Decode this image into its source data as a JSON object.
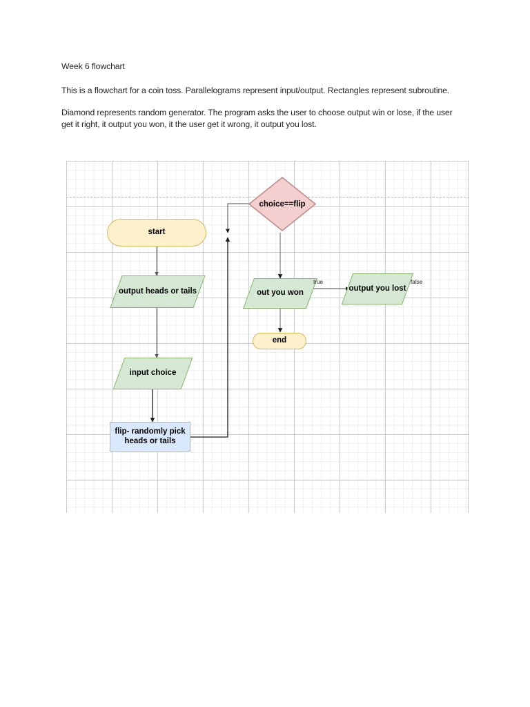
{
  "document": {
    "paragraphs": [
      "Week 6 flowchart",
      "This is a flowchart for a coin toss. Parallelograms represent input/output. Rectangles represent subroutine.",
      "Diamond represents random generator. The program asks the user to choose output win or lose, if the user get it right, it output you won, it the user get it wrong, it output you lost."
    ]
  },
  "flowchart": {
    "title": "Week 6 flowchart",
    "type": "flowchart",
    "colors": {
      "terminator_fill": "#fdf0cd",
      "terminator_stroke": "#d6b656",
      "io_fill": "#d5e8d4",
      "io_stroke": "#82b366",
      "process_fill": "#dae8fc",
      "process_stroke": "#9fb8d6",
      "decision_fill": "#f3cfcf",
      "decision_stroke": "#c08b8b",
      "connector_stroke": "#6f6f6f",
      "text": "#000000",
      "grid_minor": "#c8cbd2",
      "grid_major": "#b2b6c0"
    },
    "nodes": [
      {
        "id": "start",
        "label": "start",
        "shape": "terminator"
      },
      {
        "id": "out_heads",
        "label": "output heads or tails",
        "shape": "parallelogram"
      },
      {
        "id": "input_choice",
        "label": "input choice",
        "shape": "parallelogram"
      },
      {
        "id": "flip",
        "label": "flip- randomly pick heads or tails",
        "shape": "process"
      },
      {
        "id": "decision",
        "label": "choice==flip",
        "shape": "diamond"
      },
      {
        "id": "out_won",
        "label": "out you won",
        "shape": "parallelogram"
      },
      {
        "id": "out_lost",
        "label": "output you lost",
        "shape": "parallelogram"
      },
      {
        "id": "end",
        "label": "end",
        "shape": "terminator"
      }
    ],
    "edges": [
      {
        "from": "start",
        "to": "out_heads",
        "label": ""
      },
      {
        "from": "out_heads",
        "to": "input_choice",
        "label": ""
      },
      {
        "from": "input_choice",
        "to": "flip",
        "label": ""
      },
      {
        "from": "flip",
        "to": "decision",
        "label": ""
      },
      {
        "from": "decision",
        "to": "out_won",
        "label": ""
      },
      {
        "from": "out_won",
        "to": "out_lost",
        "label": "true"
      },
      {
        "from": "out_won",
        "to": "end",
        "label": ""
      }
    ],
    "edge_labels": {
      "true": "true",
      "false": "false"
    }
  }
}
